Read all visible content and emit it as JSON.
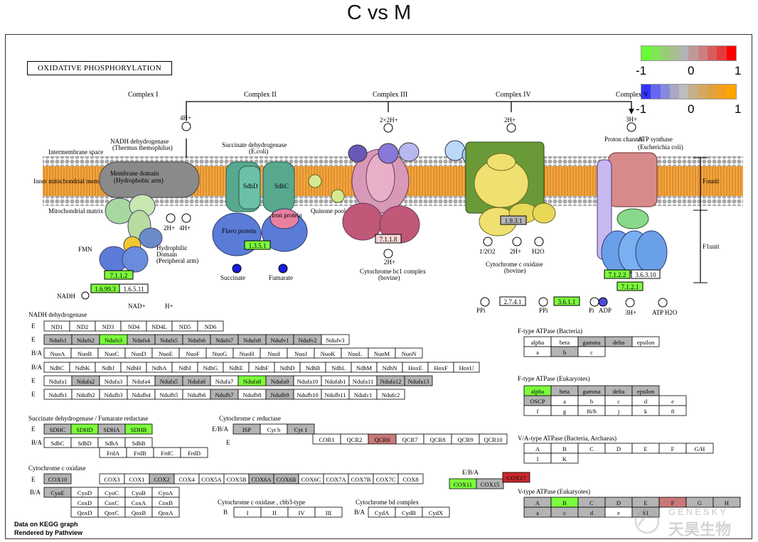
{
  "title": "C vs M",
  "pathway_title": "OXIDATIVE PHOSPHORYLATION",
  "footer": {
    "line1": "Data on KEGG graph",
    "line2": "Rendered by Pathview"
  },
  "watermark": {
    "en": "GENESKY",
    "cn": "天昊生物"
  },
  "colors": {
    "green": "#7cfc3c",
    "gray": "#b4b4b4",
    "red": "#c8282d",
    "salmon": "#c87878",
    "box_border": "#000000"
  },
  "legend": {
    "gene_colors": [
      "#66ff33",
      "#7fe654",
      "#99cc77",
      "#a6bf8c",
      "#b3b3b3",
      "#bf9999",
      "#cc7f7f",
      "#d95c5c",
      "#e63a3a",
      "#ff0000"
    ],
    "cpd_colors": [
      "#3333ff",
      "#6666f0",
      "#8888dd",
      "#a8a8c4",
      "#bdbdbd",
      "#c4b08a",
      "#d4a860",
      "#e0a23c",
      "#f0a020",
      "#ffa500"
    ],
    "ticks": [
      "-1",
      "0",
      "1"
    ]
  },
  "complex_labels": [
    "Complex I",
    "Complex II",
    "Complex III",
    "Complex IV",
    "Complex V"
  ],
  "diagram_labels": {
    "membrane_space": "Intermembrane space",
    "inner_membrane": "Inner mitochondrial membrane",
    "matrix": "Mitochondrial matrix",
    "nadh_dh": "NADH dehydrogenase",
    "nadh_dh_src": "(Thermus themophilus)",
    "membrane_domain": "Membrane domain",
    "membrane_domain2": "(Hydrophobic arm)",
    "hydrophilic": "Hydrophilic",
    "hydrophilic2": "Domain",
    "hydrophilic3": "(Peripheral arm)",
    "succ_dh": "Succinate dehydrogenase",
    "succ_dh_src": "(E.coli)",
    "flavo": "Flavo protein",
    "iron": "Iron protein",
    "quinone": "Quinone pool",
    "cyt_bc1": "Cytochrome bc1 complex",
    "cyt_bc1_src": "(bovine)",
    "cyt_c_ox": "Cytochrome c oxidase",
    "cyt_c_ox_src": "(bovine)",
    "proton_channel": "Proton channel",
    "atp_synthase": "ATP synthase",
    "atp_synthase_src": "(Escherichia coli)",
    "fo": "Founit",
    "f1": "F1unit",
    "fmn": "FMN",
    "nadh": "NADH",
    "nad": "NAD+",
    "h": "H+",
    "hplus4": "4H+",
    "hplus2": "2H+",
    "hplus2x2": "2×2H+",
    "hplus3": "3H+",
    "succinate": "Succinate",
    "fumarate": "Fumarate",
    "h2o": "H2O",
    "half_o2": "1/2O2",
    "ppi": "PPi",
    "pi": "Pi",
    "adp": "ADP",
    "atp": "ATP",
    "atp_h2o": "ATP H2O"
  },
  "ec_numbers": {
    "ec_7_1_1_2": "7.1.1.2",
    "ec_1_6_99_3": "1.6.99.3",
    "ec_1_6_5_11": "1.6.5.11",
    "ec_1_3_5_1": "1.3.5.1",
    "ec_7_1_1_8": "7.1.1.8",
    "ec_1_9_3_1": "1.9.3.1",
    "ec_7_1_2_2": "7.1.2.2",
    "ec_3_6_3_10": "3.6.3.10",
    "ec_7_1_2_1": "7.1.2.1",
    "ec_2_7_4_1": "2.7.4.1",
    "ec_3_6_1_1": "3.6.1.1"
  },
  "sections": {
    "nadh": "NADH dehydrogenase",
    "sdh": "Succinate dehydrogenase / Fumarate reductase",
    "cytc_red": "Cytochrome c reductase",
    "cytc_ox": "Cytochrome c oxidase",
    "cbb3": "Cytochrome c oxidase , cbb3-type",
    "bd": "Cytochrome bd complex",
    "f_bact": "F-type ATPase (Bacteria)",
    "f_euk": "F-type ATPase (Eukaryotes)",
    "va_bact": "V/A-type ATPase (Bacteria, Archaeas)",
    "v_euk": "V-type ATPase (Eukaryotes)"
  },
  "row_tags": {
    "e": "E",
    "ba": "B/A",
    "b": "B",
    "eba": "E/B/A"
  },
  "gene_tables": {
    "nadh_r1": [
      [
        "ND1",
        "w"
      ],
      [
        "ND2",
        "w"
      ],
      [
        "ND3",
        "w"
      ],
      [
        "ND4",
        "w"
      ],
      [
        "ND4L",
        "w"
      ],
      [
        "ND5",
        "w"
      ],
      [
        "ND6",
        "w"
      ]
    ],
    "nadh_r2": [
      [
        "Ndufs1",
        "g"
      ],
      [
        "Ndufs2",
        "g"
      ],
      [
        "Ndufs3",
        "G"
      ],
      [
        "Ndufs4",
        "g"
      ],
      [
        "Ndufs5",
        "g"
      ],
      [
        "Ndufs6",
        "g"
      ],
      [
        "Ndufs7",
        "g"
      ],
      [
        "Ndufs8",
        "g"
      ],
      [
        "Ndufv1",
        "g"
      ],
      [
        "Ndufv2",
        "g"
      ],
      [
        "Ndufv3",
        "w"
      ]
    ],
    "nadh_r3": [
      [
        "NuoA",
        "w"
      ],
      [
        "NuoB",
        "w"
      ],
      [
        "NuoC",
        "w"
      ],
      [
        "NuoD",
        "w"
      ],
      [
        "NuoE",
        "w"
      ],
      [
        "NuoF",
        "w"
      ],
      [
        "NuoG",
        "w"
      ],
      [
        "NuoH",
        "w"
      ],
      [
        "NuoI",
        "w"
      ],
      [
        "NuoJ",
        "w"
      ],
      [
        "NuoK",
        "w"
      ],
      [
        "NuoL",
        "w"
      ],
      [
        "NuoM",
        "w"
      ],
      [
        "NuoN",
        "w"
      ]
    ],
    "nadh_r4": [
      [
        "NdhC",
        "w"
      ],
      [
        "NdhK",
        "w"
      ],
      [
        "NdhJ",
        "w"
      ],
      [
        "NdhH",
        "w"
      ],
      [
        "NdhA",
        "w"
      ],
      [
        "NdhI",
        "w"
      ],
      [
        "NdhG",
        "w"
      ],
      [
        "NdhE",
        "w"
      ],
      [
        "NdhF",
        "w"
      ],
      [
        "NdhD",
        "w"
      ],
      [
        "NdhB",
        "w"
      ],
      [
        "NdhL",
        "w"
      ],
      [
        "NdhM",
        "w"
      ],
      [
        "NdhN",
        "w"
      ],
      [
        "HoxE",
        "w"
      ],
      [
        "HoxF",
        "w"
      ],
      [
        "HoxU",
        "w"
      ]
    ],
    "nadh_r5": [
      [
        "Ndufa1",
        "w"
      ],
      [
        "Ndufa2",
        "g"
      ],
      [
        "Ndufa3",
        "w"
      ],
      [
        "Ndufa4",
        "w"
      ],
      [
        "Ndufa5",
        "g"
      ],
      [
        "Ndufa6",
        "g"
      ],
      [
        "Ndufa7",
        "w"
      ],
      [
        "Ndufa8",
        "G"
      ],
      [
        "Ndufa9",
        "g"
      ],
      [
        "Ndufa10",
        "w"
      ],
      [
        "Ndufab1",
        "w"
      ],
      [
        "Ndufa11",
        "w"
      ],
      [
        "Ndufa12",
        "g"
      ],
      [
        "Ndufa13",
        "g"
      ]
    ],
    "nadh_r6": [
      [
        "Ndufb1",
        "w"
      ],
      [
        "Ndufb2",
        "w"
      ],
      [
        "Ndufb3",
        "w"
      ],
      [
        "Ndufb4",
        "w"
      ],
      [
        "Ndufb5",
        "w"
      ],
      [
        "Ndufb6",
        "w"
      ],
      [
        "Ndufb7",
        "g"
      ],
      [
        "Ndufb8",
        "w"
      ],
      [
        "Ndufb9",
        "g"
      ],
      [
        "Ndufb10",
        "w"
      ],
      [
        "Ndufb11",
        "w"
      ],
      [
        "Ndufc1",
        "w"
      ],
      [
        "Ndufc2",
        "w"
      ]
    ],
    "sdh_r1": [
      [
        "SDHC",
        "g"
      ],
      [
        "SDHD",
        "G"
      ],
      [
        "SDHA",
        "g"
      ],
      [
        "SDHB",
        "G"
      ]
    ],
    "sdh_r2": [
      [
        "SdhC",
        "w"
      ],
      [
        "SdhD",
        "w"
      ],
      [
        "SdhA",
        "w"
      ],
      [
        "SdhB",
        "w"
      ]
    ],
    "sdh_r3": [
      [
        "FrdA",
        "w"
      ],
      [
        "FrdB",
        "w"
      ],
      [
        "FrdC",
        "w"
      ],
      [
        "FrdD",
        "w"
      ]
    ],
    "cr_r1": [
      [
        "ISP",
        "g"
      ],
      [
        "Cyt b",
        "w"
      ],
      [
        "Cyt 1",
        "g"
      ]
    ],
    "cr_r2": [
      [
        "COR1",
        "w"
      ],
      [
        "QCR2",
        "w"
      ],
      [
        "QCR6",
        "S"
      ],
      [
        "QCR7",
        "w"
      ],
      [
        "QCR8",
        "w"
      ],
      [
        "QCR9",
        "w"
      ],
      [
        "QCR10",
        "w"
      ]
    ],
    "co_r1": [
      [
        "COX10",
        "g"
      ]
    ],
    "co_r2": [
      [
        "COX3",
        "w"
      ],
      [
        "COX1",
        "w"
      ],
      [
        "COX2",
        "g"
      ],
      [
        "COX4",
        "w"
      ],
      [
        "COX5A",
        "w"
      ],
      [
        "COX5B",
        "w"
      ],
      [
        "COX6A",
        "g"
      ],
      [
        "COX6B",
        "g"
      ],
      [
        "COX6C",
        "w"
      ],
      [
        "COX7A",
        "w"
      ],
      [
        "COX7B",
        "w"
      ],
      [
        "COX7C",
        "w"
      ],
      [
        "COX8",
        "w"
      ]
    ],
    "co_r3": [
      [
        "COX11",
        "G"
      ],
      [
        "COX15",
        "g"
      ]
    ],
    "co_r4": [
      [
        "COX17",
        "R"
      ]
    ],
    "co_ba1": [
      [
        "CyoE",
        "g"
      ]
    ],
    "co_ba2": [
      [
        "CyoD",
        "w"
      ],
      [
        "CyoC",
        "w"
      ],
      [
        "CyoB",
        "w"
      ],
      [
        "CyoA",
        "w"
      ]
    ],
    "co_ba3": [
      [
        "CoxD",
        "w"
      ],
      [
        "CoxC",
        "w"
      ],
      [
        "CoxA",
        "w"
      ],
      [
        "CoxB",
        "w"
      ]
    ],
    "co_ba4": [
      [
        "QoxD",
        "w"
      ],
      [
        "QoxC",
        "w"
      ],
      [
        "QoxB",
        "w"
      ],
      [
        "QoxA",
        "w"
      ]
    ],
    "cbb3": [
      [
        "I",
        "w"
      ],
      [
        "II",
        "w"
      ],
      [
        "IV",
        "w"
      ],
      [
        "III",
        "w"
      ]
    ],
    "bd": [
      [
        "CydA",
        "w"
      ],
      [
        "CydB",
        "w"
      ],
      [
        "CydX",
        "w"
      ]
    ],
    "fb_r1": [
      [
        "alpha",
        "w"
      ],
      [
        "beta",
        "w"
      ],
      [
        "gamma",
        "g"
      ],
      [
        "delta",
        "g"
      ],
      [
        "epsilon",
        "w"
      ]
    ],
    "fb_r2": [
      [
        "a",
        "w"
      ],
      [
        "b",
        "g"
      ],
      [
        "c",
        "w"
      ]
    ],
    "fe_r1": [
      [
        "alpha",
        "G"
      ],
      [
        "beta",
        "g"
      ],
      [
        "gamma",
        "g"
      ],
      [
        "delta",
        "g"
      ],
      [
        "epsilon",
        "g"
      ]
    ],
    "fe_r2": [
      [
        "OSCP",
        "g"
      ],
      [
        "a",
        "w"
      ],
      [
        "b",
        "w"
      ],
      [
        "c",
        "w"
      ],
      [
        "d",
        "w"
      ],
      [
        "e",
        "w"
      ]
    ],
    "fe_r3": [
      [
        "f",
        "w"
      ],
      [
        "g",
        "w"
      ],
      [
        "f6/h",
        "w"
      ],
      [
        "j",
        "w"
      ],
      [
        "k",
        "w"
      ],
      [
        "8",
        "w"
      ]
    ],
    "va_r1": [
      [
        "A",
        "w"
      ],
      [
        "B",
        "w"
      ],
      [
        "C",
        "w"
      ],
      [
        "D",
        "w"
      ],
      [
        "E",
        "w"
      ],
      [
        "F",
        "w"
      ],
      [
        "G/H",
        "w"
      ]
    ],
    "va_r2": [
      [
        "I",
        "w"
      ],
      [
        "K",
        "w"
      ]
    ],
    "ve_r1": [
      [
        "A",
        "g"
      ],
      [
        "B",
        "G"
      ],
      [
        "C",
        "g"
      ],
      [
        "D",
        "g"
      ],
      [
        "E",
        "g"
      ],
      [
        "F",
        "S"
      ],
      [
        "G",
        "g"
      ],
      [
        "H",
        "g"
      ]
    ],
    "ve_r2": [
      [
        "a",
        "g"
      ],
      [
        "c",
        "g"
      ],
      [
        "d",
        "g"
      ],
      [
        "e",
        "w"
      ],
      [
        "S1",
        "g"
      ]
    ]
  }
}
